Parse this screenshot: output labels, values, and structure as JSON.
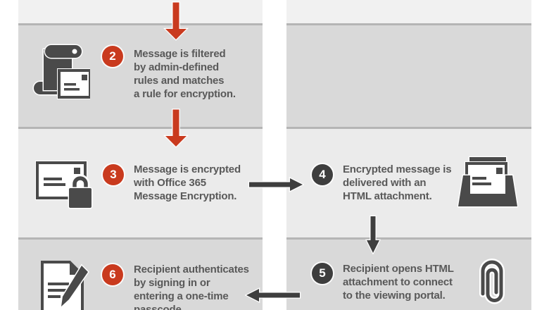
{
  "theme": {
    "page_bg": "#ffffff",
    "band_light": "#f1f1f1",
    "band_mid": "#ebebeb",
    "band_dark": "#d9d9d9",
    "divider": "#b5b5b5",
    "red_accent": "#c93a1e",
    "dark_accent": "#3e3e3e",
    "icon_dark": "#4a4a4a",
    "text_color": "#595959"
  },
  "diagram": {
    "steps": [
      {
        "id": "step-2",
        "number": "2",
        "badge_color": "red",
        "icon": "scroll-mail-icon",
        "lines": [
          "Message is filtered",
          "by admin-defined",
          "rules and matches",
          "a rule for encryption."
        ]
      },
      {
        "id": "step-3",
        "number": "3",
        "badge_color": "red",
        "icon": "envelope-lock-icon",
        "lines": [
          "Message is encrypted",
          "with Office 365",
          "Message Encryption."
        ]
      },
      {
        "id": "step-4",
        "number": "4",
        "badge_color": "dark",
        "icon": "inbox-envelope-icon",
        "lines": [
          "Encrypted message is",
          "delivered with an",
          "HTML attachment."
        ]
      },
      {
        "id": "step-5",
        "number": "5",
        "badge_color": "dark",
        "icon": "paperclip-icon",
        "lines": [
          "Recipient opens HTML",
          "attachment to connect",
          "to the viewing portal."
        ]
      },
      {
        "id": "step-6",
        "number": "6",
        "badge_color": "red",
        "icon": "document-pen-icon",
        "lines": [
          "Recipient authenticates",
          "by signing in or",
          "entering a one-time",
          "passcode."
        ]
      }
    ]
  }
}
